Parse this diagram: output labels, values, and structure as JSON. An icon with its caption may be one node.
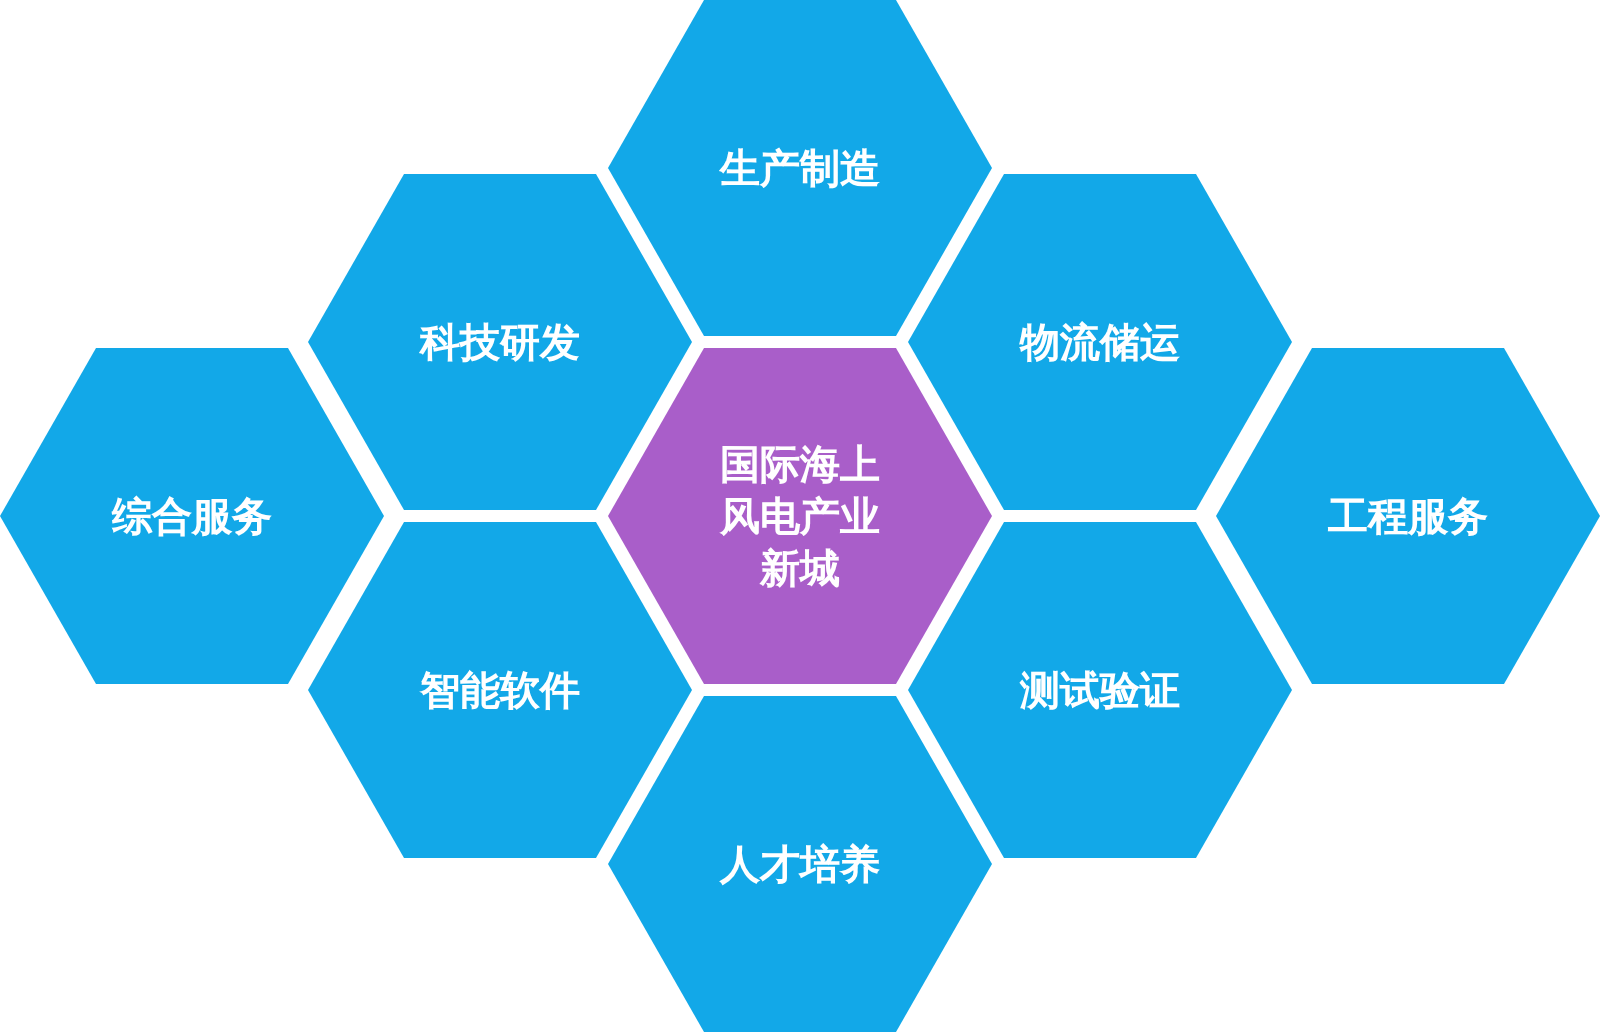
{
  "diagram": {
    "nodes": [
      {
        "text": [
          "生产制造"
        ]
      },
      {
        "text": [
          "科技研发"
        ]
      },
      {
        "text": [
          "物流储运"
        ]
      },
      {
        "text": [
          "综合服务"
        ]
      },
      {
        "text": [
          "国际海上风电产业新城"
        ]
      },
      {
        "text": [
          "工程服务"
        ]
      },
      {
        "text": [
          "智能软件"
        ]
      },
      {
        "text": [
          "测试验证"
        ]
      },
      {
        "text": [
          "人才培养"
        ]
      }
    ],
    "edges": []
  }
}
